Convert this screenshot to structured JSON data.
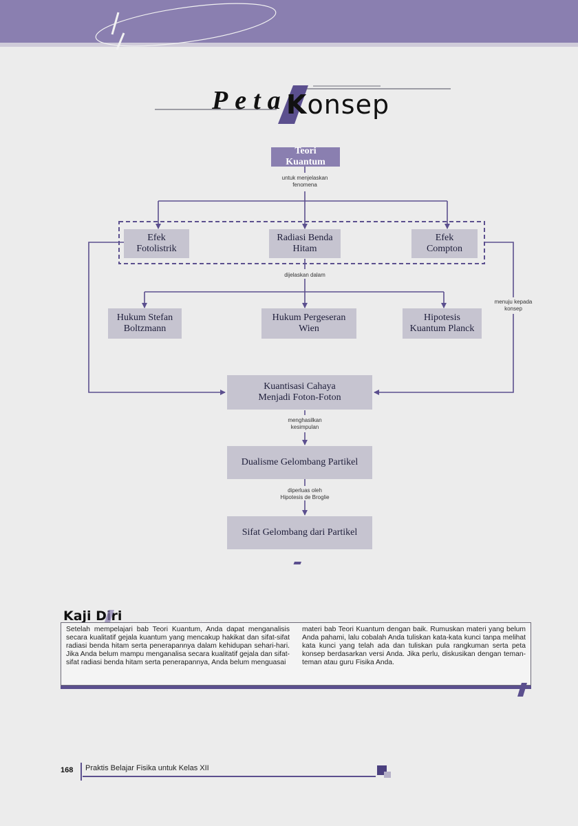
{
  "header": {
    "accent": "#8a7fb0"
  },
  "title": {
    "script_part": "Peta",
    "first_letter": "K",
    "rest": "onsep"
  },
  "concept_map": {
    "root": "Teori Kuantum",
    "link_root": "untuk menjelaskan\nfenomena",
    "phenomena": [
      "Efek\nFotolistrik",
      "Radiasi Benda\nHitam",
      "Efek\nCompton"
    ],
    "link_explained": "dijelaskan dalam",
    "laws": [
      "Hukum Stefan\nBoltzmann",
      "Hukum Pergeseran\nWien",
      "Hipotesis\nKuantum Planck"
    ],
    "link_side": "menuju kepada\nkonsep",
    "quantization": "Kuantisasi Cahaya\nMenjadi Foton-Foton",
    "link_conclusion": "menghasilkan\nkesimpulan",
    "dualism": "Dualisme Gelombang Partikel",
    "link_extended": "diperluas oleh\nHipotesis de Broglie",
    "wave_property": "Sifat Gelombang dari Partikel"
  },
  "kaji_diri": {
    "title": "Kaji Diri",
    "col1": "Setelah mempelajari bab Teori Kuantum, Anda dapat menganalisis secara kualitatif gejala kuantum yang mencakup hakikat dan sifat-sifat radiasi benda hitam serta penerapannya dalam kehidupan sehari-hari. Jika Anda belum mampu menganalisa secara kualitatif gejala dan sifat-sifat radiasi benda hitam serta penerapannya, Anda belum menguasai",
    "col2": "materi bab Teori Kuantum dengan baik. Rumuskan materi yang belum Anda pahami, lalu cobalah Anda tuliskan kata-kata kunci tanpa melihat kata kunci yang telah ada dan tuliskan pula rangkuman serta peta konsep berdasarkan versi Anda. Jika perlu, diskusikan dengan teman-teman atau guru Fisika Anda."
  },
  "footer": {
    "page_number": "168",
    "book_title": "Praktis Belajar Fisika untuk Kelas XII"
  }
}
